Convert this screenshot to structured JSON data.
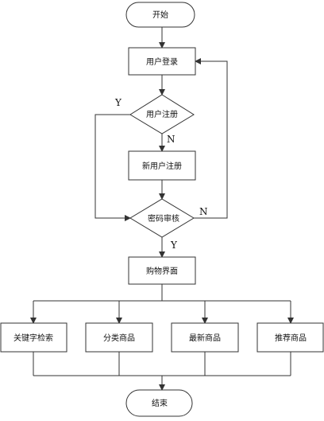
{
  "nodes": {
    "start": "开始",
    "login": "用户登录",
    "user_register_decision": "用户注册",
    "new_user_register": "新用户注册",
    "password_review": "密码审核",
    "shopping_ui": "购物界面",
    "keyword_search": "关键字检索",
    "category_products": "分类商品",
    "newest_products": "最新商品",
    "recommended_products": "推荐商品",
    "end": "结束"
  },
  "edges": {
    "yes_left": "Y",
    "no_down": "N",
    "no_right": "N",
    "yes_down": "Y"
  },
  "colors": {
    "stroke": "#333333",
    "background": "#ffffff",
    "text": "#111111"
  }
}
